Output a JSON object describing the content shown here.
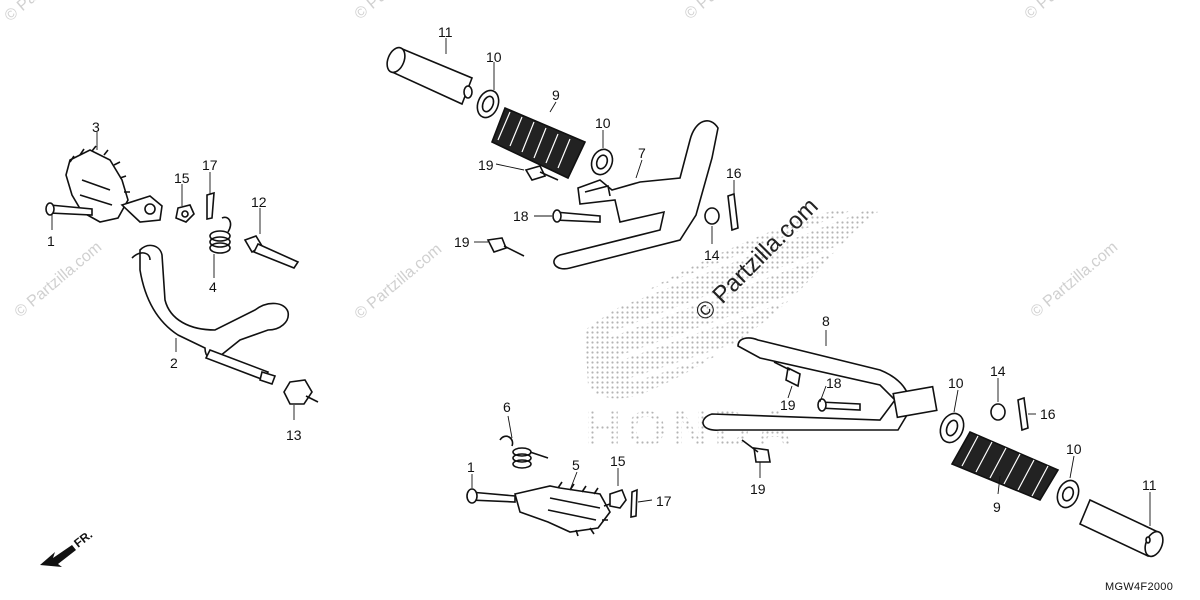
{
  "watermark": {
    "text": "© Partzilla.com",
    "center_text": "© Partzilla.com"
  },
  "brand_logo": "HONDA",
  "diagram_code": "MGW4F2000",
  "direction_label": "FR.",
  "callouts": {
    "c1a": "1",
    "c2": "2",
    "c3": "3",
    "c4": "4",
    "c12": "12",
    "c13": "13",
    "c15a": "15",
    "c17a": "17",
    "c11a": "11",
    "c10a": "10",
    "c9a": "9",
    "c10b": "10",
    "c7": "7",
    "c19a": "19",
    "c18a": "18",
    "c19b": "19",
    "c16a": "16",
    "c14a": "14",
    "c8": "8",
    "c19c": "19",
    "c18b": "18",
    "c19d": "19",
    "c10c": "10",
    "c14b": "14",
    "c16b": "16",
    "c9b": "9",
    "c10d": "10",
    "c11b": "11",
    "c6": "6",
    "c1b": "1",
    "c5": "5",
    "c15b": "15",
    "c17b": "17"
  }
}
